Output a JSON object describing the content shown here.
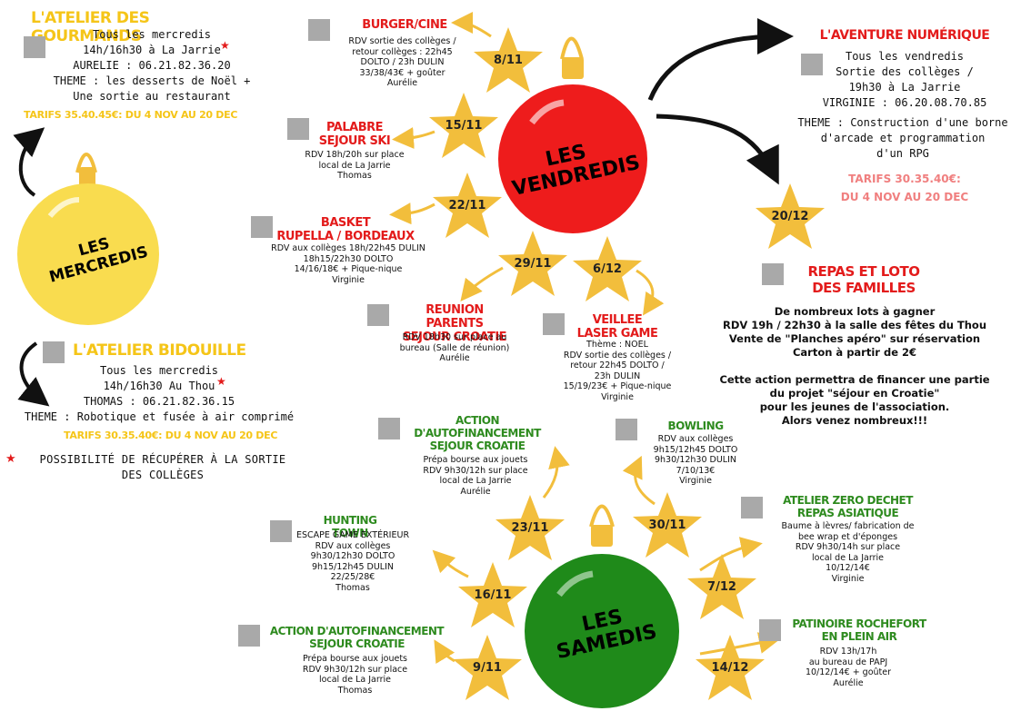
{
  "mercredis": {
    "ornament_label": "LES MERCREDIS",
    "gourmands": {
      "title": "L'Atelier des Gourmands",
      "line1": "Tous les mercredis",
      "line2": "14h/16h30 à La Jarrie",
      "contact": "AURELIE : 06.21.82.36.20",
      "theme1": "THEME : les desserts de Noël +",
      "theme2": "Une sortie au restaurant",
      "tarifs": "TARIFS 35.40.45€: du 4 nov au 20 dec"
    },
    "bidouille": {
      "title": "L'Atelier Bidouille",
      "line1": "Tous les mercredis",
      "line2": "14h/16h30 Au Thou",
      "contact": "THOMAS : 06.21.82.36.15",
      "theme": "THEME : Robotique et fusée à air comprimé",
      "tarifs": "TARIFS 30.35.40€: du 4 nov au 20 dec"
    },
    "note1": "POSSIBILITÉ DE RÉCUPÉRER À LA SORTIE",
    "note2": "DES COLLÈGES"
  },
  "vendredis": {
    "ornament_label_1": "LES",
    "ornament_label_2": "VENDREDIS",
    "events": [
      {
        "date": "8/11",
        "title": "Burger/Cine",
        "details": [
          "RDV sortie des collèges /",
          "retour collèges : 22h45",
          "DOLTO / 23h DULIN",
          "33/38/43€ + goûter",
          "Aurélie"
        ]
      },
      {
        "date": "15/11",
        "title1": "Palabre",
        "title2": "Sejour Ski",
        "details": [
          "RDV 18h/20h sur place",
          "local de La Jarrie",
          "Thomas"
        ]
      },
      {
        "date": "22/11",
        "title1": "Basket",
        "title2": "Rupella / Bordeaux",
        "details": [
          "RDV aux collèges 18h/22h45 DULIN",
          "18h15/22h30 DOLTO",
          "14/16/18€ + Pique-nique",
          "Virginie"
        ]
      },
      {
        "date": "29/11",
        "title1": "Reunion Parents",
        "title2": "sejour Croatie",
        "details": [
          "RDV 18h30 sur place au",
          "bureau (Salle de réunion)",
          "Aurélie"
        ]
      },
      {
        "date": "6/12",
        "title1": "Veillee",
        "title2": "Laser Game",
        "details": [
          "Thème : NOEL",
          "RDV sortie des collèges /",
          "retour 22h45 DOLTO /",
          "23h DULIN",
          "15/19/23€ + Pique-nique",
          "Virginie"
        ]
      },
      {
        "date": "20/12",
        "title1": "Repas et Loto",
        "title2": "des familles"
      }
    ],
    "aventure": {
      "title": "L'Aventure Numérique",
      "line1": "Tous les vendredis",
      "line2": "Sortie des collèges /",
      "line3": "19h30 à La Jarrie",
      "contact": "VIRGINIE : 06.20.08.70.85",
      "theme1": "THEME : Construction d'une borne",
      "theme2": "d'arcade et programmation",
      "theme3": "d'un RPG",
      "tarifs1": "TARIFS 30.35.40€:",
      "tarifs2": "du 4 nov au 20 dec"
    },
    "loto": {
      "p1": "De nombreux lots à gagner",
      "p2": "RDV 19h / 22h30 à la salle des fêtes du Thou",
      "p3": "Vente de \"Planches apéro\" sur réservation",
      "p4": "Carton à partir de 2€",
      "p5": "Cette action permettra de financer une partie",
      "p6": "du projet \"séjour en Croatie\"",
      "p7": "pour les jeunes de l'association.",
      "p8": "Alors venez nombreux!!!"
    }
  },
  "samedis": {
    "ornament_label_1": "LES",
    "ornament_label_2": "SAMEDIS",
    "events": [
      {
        "date": "23/11",
        "title1": "Action",
        "title2": "d'autofinancement",
        "title3": "sejour Croatie",
        "details": [
          "Prépa bourse aux jouets",
          "RDV 9h30/12h sur place",
          "local de La Jarrie",
          "Aurélie"
        ]
      },
      {
        "date": "30/11",
        "title": "Bowling",
        "details": [
          "RDV aux collèges",
          "9h15/12h45 DOLTO",
          "9h30/12h30 DULIN",
          "7/10/13€",
          "Virginie"
        ]
      },
      {
        "date": "16/11",
        "title": "Hunting Town",
        "details": [
          "ESCAPE GAME EXTÉRIEUR",
          "RDV aux collèges",
          "9h30/12h30 DOLTO",
          "9h15/12h45 DULIN",
          "22/25/28€",
          "Thomas"
        ]
      },
      {
        "date": "7/12",
        "title1": "Atelier Zero Dechet",
        "title2": "Repas Asiatique",
        "details": [
          "Baume à lèvres/ fabrication de",
          "bee wrap et d'éponges",
          "RDV 9h30/14h sur place",
          "local de La Jarrie",
          "10/12/14€",
          "Virginie"
        ]
      },
      {
        "date": "9/11",
        "title1": "Action d'autofinancement",
        "title2": "sejour Croatie",
        "details": [
          "Prépa bourse aux jouets",
          "RDV 9h30/12h sur place",
          "local de La Jarrie",
          "Thomas"
        ]
      },
      {
        "date": "14/12",
        "title1": "Patinoire Rochefort",
        "title2": "en plein air",
        "details": [
          "RDV 13h/17h",
          "au bureau de PAPJ",
          "10/12/14€ + goûter",
          "Aurélie"
        ]
      }
    ]
  },
  "colors": {
    "yellow": "#f5c518",
    "red": "#e31b1b",
    "green": "#2e8b1f",
    "star": "#f2be3c",
    "pink": "#f07f7f"
  }
}
